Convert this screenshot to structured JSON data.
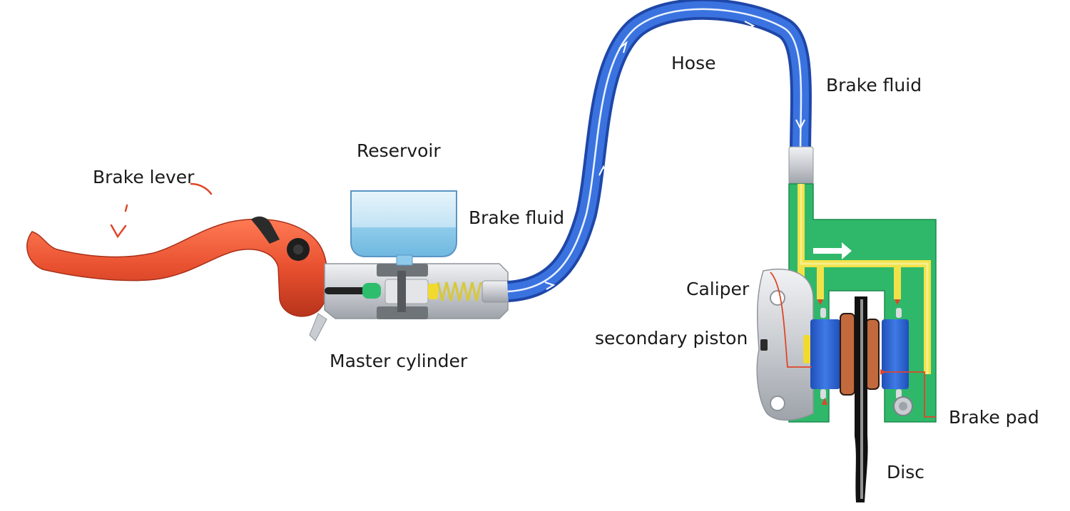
{
  "labels": {
    "brake_lever": "Brake lever",
    "reservoir": "Reservoir",
    "brake_fluid_reservoir": "Brake fluid",
    "master_cylinder": "Master cylinder",
    "hose": "Hose",
    "brake_fluid_hose": "Brake fluid",
    "caliper": "Caliper",
    "secondary_piston": "secondary piston",
    "brake_pad": "Brake pad",
    "disc": "Disc"
  },
  "colors": {
    "lever": "#e8502f",
    "hose": "#2f5fcf",
    "caliper_body": "#2fb86a",
    "fluid_channel": "#f2e24a",
    "reservoir": "#9fd3ee",
    "piston": "#2f6ad8",
    "annotation": "#e0452a",
    "metal": "#c9ccd1"
  }
}
